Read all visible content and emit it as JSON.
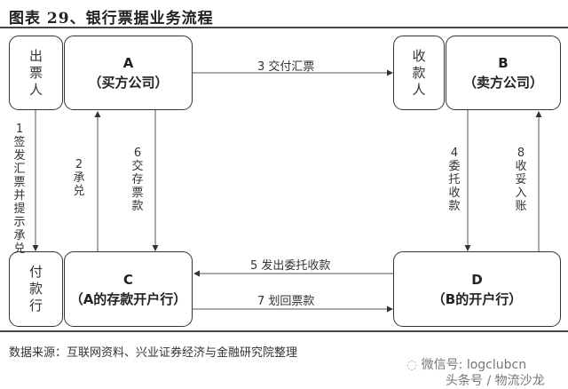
{
  "title": "图表 29、银行票据业务流程",
  "nodes": {
    "drawer": "出票人",
    "a_name": "A",
    "a_desc": "（买方公司）",
    "payee": "收款人",
    "b_name": "B",
    "b_desc": "（卖方公司）",
    "payer_bank": "付款行",
    "c_name": "C",
    "c_desc": "（A的存款开户行）",
    "d_name": "D",
    "d_desc": "（B的开户行）"
  },
  "edges": {
    "e1": "1签发汇票并提示承兑",
    "e2": "2承兑",
    "e3": "3 交付汇票",
    "e4": "4委托收款",
    "e5": "5 发出委托收款",
    "e6": "6交存票款",
    "e7": "7 划回票款",
    "e8": "8收妥入账"
  },
  "source": "数据来源：互联网资料、兴业证券经济与金融研究院整理",
  "watermark": {
    "line1": "微信号: logclubcn",
    "line2": "头条号 / 物流沙龙"
  }
}
